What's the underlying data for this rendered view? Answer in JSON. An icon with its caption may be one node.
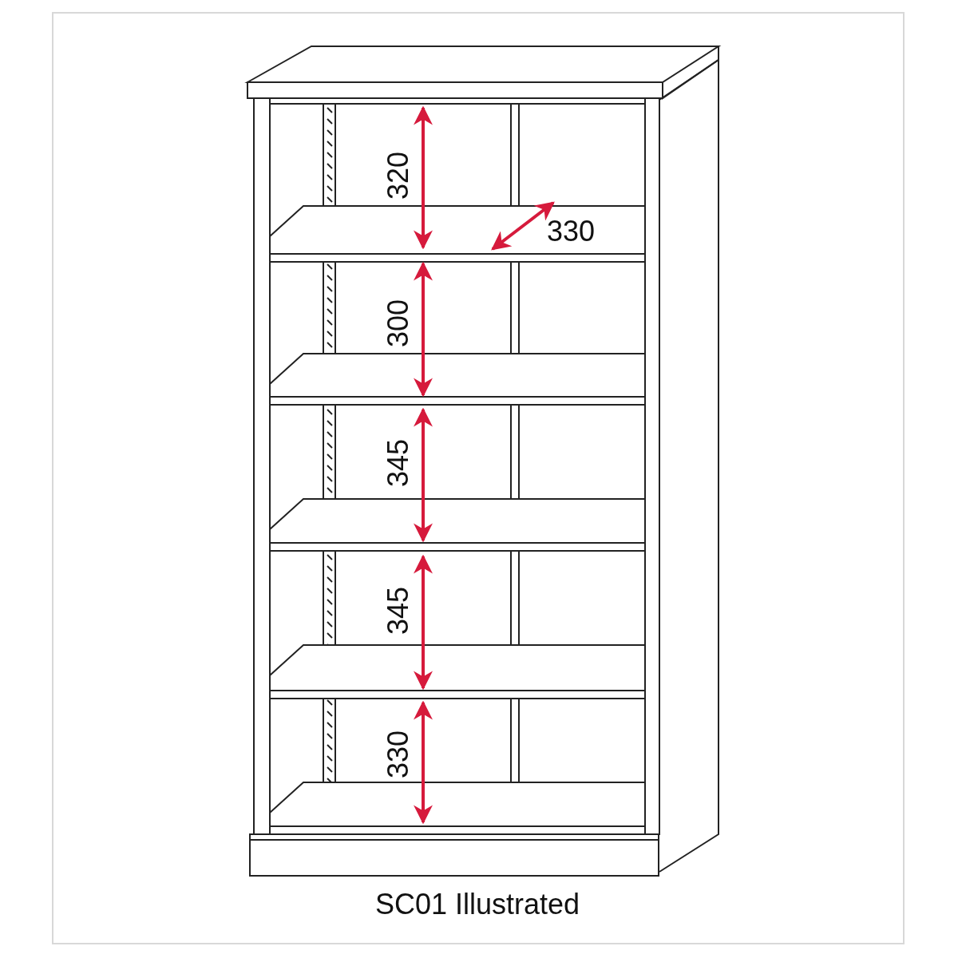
{
  "diagram": {
    "caption": "SC01 Illustrated",
    "labels": [
      "320",
      "330",
      "300",
      "345",
      "345",
      "330"
    ]
  }
}
